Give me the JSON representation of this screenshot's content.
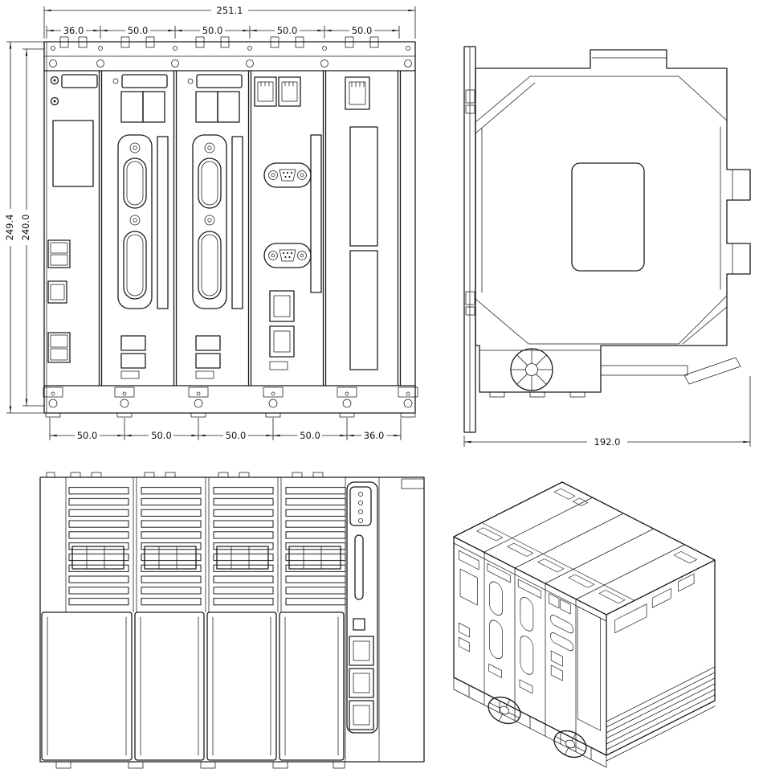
{
  "colors": {
    "line": "#1a1a1a",
    "background": "#ffffff"
  },
  "dimensions": {
    "front": {
      "overall_width": "251.1",
      "top_segments": [
        "36.0",
        "50.0",
        "50.0",
        "50.0",
        "50.0"
      ],
      "overall_height": "249.4",
      "body_height": "240.0",
      "bottom_segments": [
        "50.0",
        "50.0",
        "50.0",
        "50.0",
        "36.0"
      ]
    },
    "side": {
      "depth": "192.0"
    }
  }
}
